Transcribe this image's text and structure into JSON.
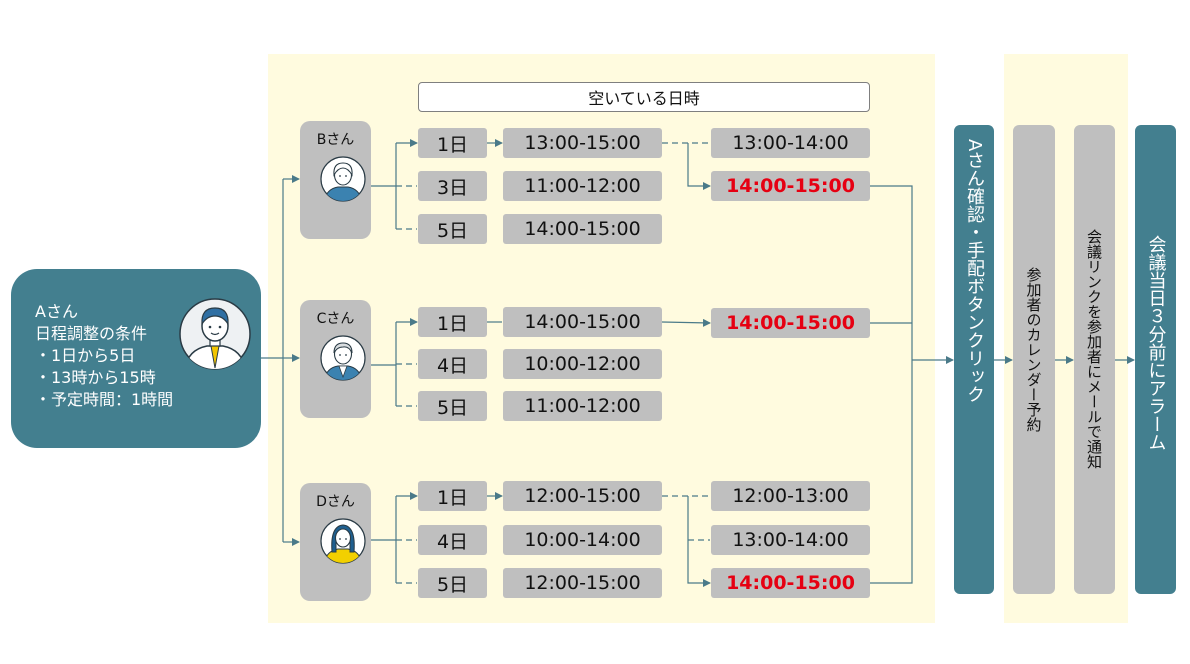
{
  "requester": {
    "lines": [
      "Aさん",
      "日程調整の条件",
      "・1日から5日",
      "・13時から15時",
      "・予定時間：1時間"
    ]
  },
  "header": {
    "title": "空いている日時"
  },
  "participants": [
    {
      "name": "Bさん",
      "rows": [
        {
          "day": "1日",
          "slot": "13:00-15:00"
        },
        {
          "day": "3日",
          "slot": "11:00-12:00"
        },
        {
          "day": "5日",
          "slot": "14:00-15:00"
        }
      ],
      "candidates": [
        {
          "slot": "13:00-14:00",
          "highlight": false
        },
        {
          "slot": "14:00-15:00",
          "highlight": true
        }
      ]
    },
    {
      "name": "Cさん",
      "rows": [
        {
          "day": "1日",
          "slot": "14:00-15:00"
        },
        {
          "day": "4日",
          "slot": "10:00-12:00"
        },
        {
          "day": "5日",
          "slot": "11:00-12:00"
        }
      ],
      "candidates": [
        {
          "slot": "14:00-15:00",
          "highlight": true
        }
      ]
    },
    {
      "name": "Dさん",
      "rows": [
        {
          "day": "1日",
          "slot": "12:00-15:00"
        },
        {
          "day": "4日",
          "slot": "10:00-14:00"
        },
        {
          "day": "5日",
          "slot": "12:00-15:00"
        }
      ],
      "candidates": [
        {
          "slot": "12:00-13:00",
          "highlight": false
        },
        {
          "slot": "13:00-14:00",
          "highlight": false
        },
        {
          "slot": "14:00-15:00",
          "highlight": true
        }
      ]
    }
  ],
  "steps": [
    {
      "label": "Aさん確認・手配ボタンクリック"
    },
    {
      "label": "参加者のカレンダー予約"
    },
    {
      "label": "会議リンクを参加者にメールで通知"
    },
    {
      "label": "会議当日３分前にアラーム"
    }
  ],
  "colors": {
    "teal": "#437f8f",
    "gray_box": "#bfbfbf",
    "panel": "#fffbdf",
    "highlight": "#e60012",
    "line": "#4a7a89"
  }
}
